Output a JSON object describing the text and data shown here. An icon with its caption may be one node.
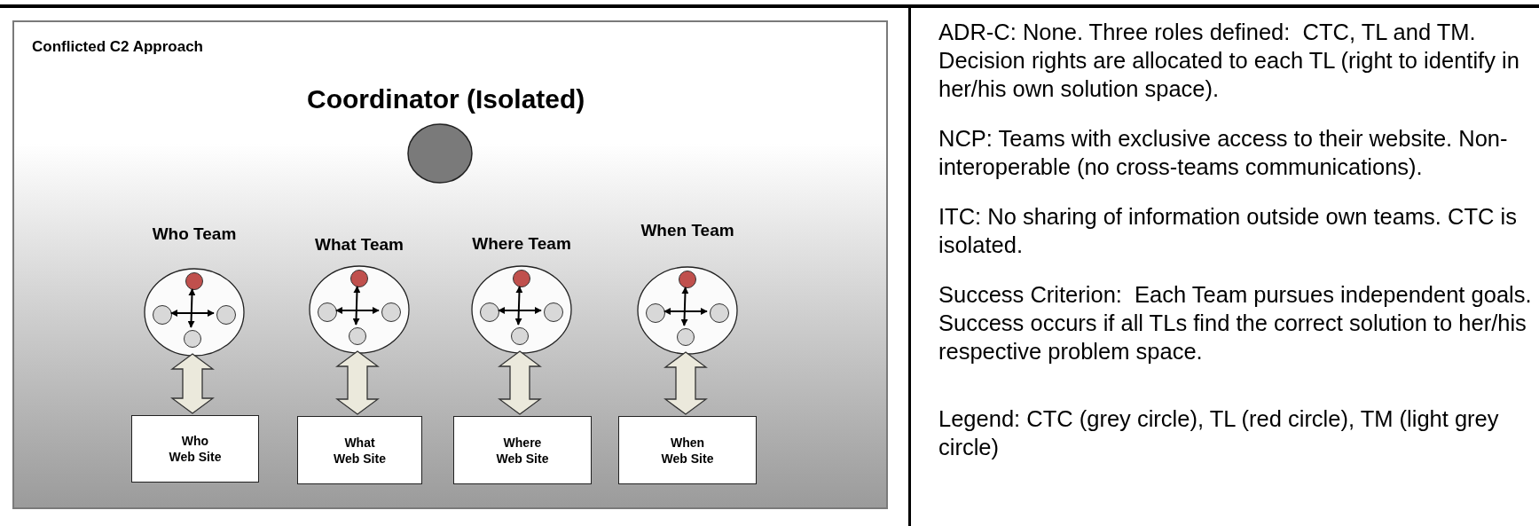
{
  "diagram": {
    "nodes": [
      {
        "text": [
          "Conflicted C2 Approach"
        ]
      },
      {
        "text": [
          "Coordinator (Isolated)"
        ],
        "in": 0
      },
      {
        "text": [
          "Who Team"
        ],
        "in": 0
      },
      {
        "text": [],
        "shape": "circle",
        "in": 2
      },
      {
        "text": [],
        "shape": "circle",
        "in": 2
      },
      {
        "text": [],
        "shape": "circle",
        "in": 2
      },
      {
        "text": [],
        "shape": "circle",
        "in": 2
      },
      {
        "text": [
          "Who Web Site"
        ],
        "in": 0
      },
      {
        "text": [
          "What Team"
        ],
        "in": 0
      },
      {
        "text": [],
        "shape": "circle",
        "in": 8
      },
      {
        "text": [],
        "shape": "circle",
        "in": 8
      },
      {
        "text": [],
        "shape": "circle",
        "in": 8
      },
      {
        "text": [],
        "shape": "circle",
        "in": 8
      },
      {
        "text": [
          "What Web Site"
        ],
        "in": 0
      },
      {
        "text": [
          "Where Team"
        ],
        "in": 0
      },
      {
        "text": [],
        "shape": "circle",
        "in": 14
      },
      {
        "text": [],
        "shape": "circle",
        "in": 14
      },
      {
        "text": [],
        "shape": "circle",
        "in": 14
      },
      {
        "text": [],
        "shape": "circle",
        "in": 14
      },
      {
        "text": [
          "Where Web Site"
        ],
        "in": 0
      },
      {
        "text": [
          "When Team"
        ],
        "in": 0
      },
      {
        "text": [],
        "shape": "circle",
        "in": 20
      },
      {
        "text": [],
        "shape": "circle",
        "in": 20
      },
      {
        "text": [],
        "shape": "circle",
        "in": 20
      },
      {
        "text": [],
        "shape": "circle",
        "in": 20
      },
      {
        "text": [
          "When Web Site"
        ],
        "in": 0
      }
    ],
    "edges": [
      {
        "from": 3,
        "to": 6,
        "arrow": "both"
      },
      {
        "from": 4,
        "to": 5,
        "arrow": "both"
      },
      {
        "from": 2,
        "to": 7,
        "arrow": "both",
        "style": "thick"
      },
      {
        "from": 9,
        "to": 12,
        "arrow": "both"
      },
      {
        "from": 10,
        "to": 11,
        "arrow": "both"
      },
      {
        "from": 8,
        "to": 13,
        "arrow": "both",
        "style": "thick"
      },
      {
        "from": 15,
        "to": 18,
        "arrow": "both"
      },
      {
        "from": 16,
        "to": 17,
        "arrow": "both"
      },
      {
        "from": 14,
        "to": 19,
        "arrow": "both",
        "style": "thick"
      },
      {
        "from": 21,
        "to": 24,
        "arrow": "both"
      },
      {
        "from": 22,
        "to": 23,
        "arrow": "both"
      },
      {
        "from": 20,
        "to": 25,
        "arrow": "both",
        "style": "thick"
      }
    ],
    "labels": [
      "ADR-C: None. Three roles defined:  CTC, TL and TM. Decision rights are allocated to each TL (right to identify in her/his own solution space).",
      "NCP: Teams with exclusive access to their website. Non-interoperable (no cross-teams communications).",
      "ITC: No sharing of information outside own teams. CTC is isolated.",
      "Success Criterion:  Each Team pursues independent goals. Success occurs if all TLs find the correct solution to her/his respective problem space.",
      "Legend: CTC (grey circle), TL (red circle), TM (light grey circle)"
    ]
  }
}
